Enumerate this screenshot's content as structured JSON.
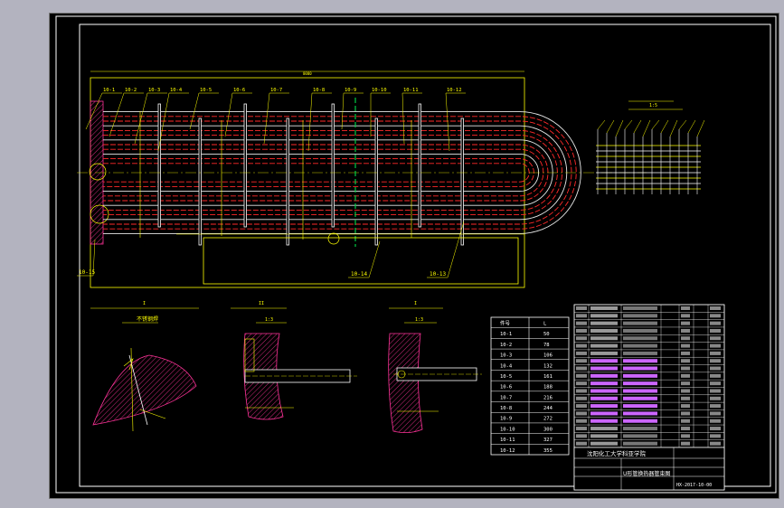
{
  "colors": {
    "background": "#000000",
    "frame": "#ffffff",
    "drawing": "#ffff00",
    "tube_red": "#ff2a2a",
    "tube_white": "#e8e8e8",
    "hatch": "#ff3399",
    "table_text": "#ffffff",
    "table_accent": "#cc66ff",
    "centerline": "#00cc44"
  },
  "main_view": {
    "leaders": [
      "10-1",
      "10-2",
      "10-3",
      "10-4",
      "10-5",
      "10-6",
      "10-7",
      "10-8",
      "10-9",
      "10-10",
      "10-11",
      "10-12"
    ],
    "bottom_labels": [
      "10-14",
      "10-13"
    ],
    "left_label": "10-15"
  },
  "detail_views": {
    "top_right_title": "1:5",
    "section_a_title": "I",
    "section_a_caption": "不锈钢焊",
    "section_b_title": "II",
    "section_b_caption": "1:3",
    "section_c_title": "I",
    "section_c_caption": "1:3"
  },
  "length_table": {
    "headers": [
      "件号",
      "L"
    ],
    "rows": [
      [
        "10-1",
        "50"
      ],
      [
        "10-2",
        "78"
      ],
      [
        "10-3",
        "106"
      ],
      [
        "10-4",
        "132"
      ],
      [
        "10-5",
        "161"
      ],
      [
        "10-6",
        "188"
      ],
      [
        "10-7",
        "216"
      ],
      [
        "10-8",
        "244"
      ],
      [
        "10-9",
        "272"
      ],
      [
        "10-10",
        "300"
      ],
      [
        "10-11",
        "327"
      ],
      [
        "10-12",
        "355"
      ]
    ]
  },
  "title_block": {
    "school": "沈阳化工大学科亚学院",
    "drawing_name": "U形管换热器管束图",
    "drawing_number": "HX-2017-10-00"
  }
}
